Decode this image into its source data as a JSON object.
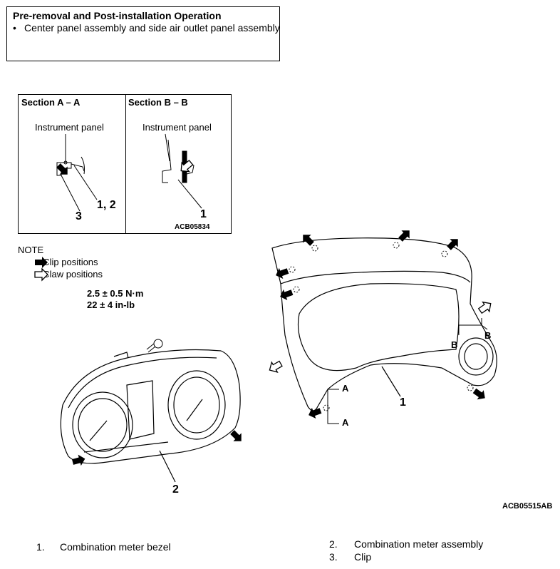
{
  "operation": {
    "title": "Pre-removal and Post-installation Operation",
    "bullet": "•",
    "item": "Center panel assembly and side air outlet panel assembly"
  },
  "sections": {
    "a": {
      "title": "Section A – A",
      "label": "Instrument panel",
      "callout_3": "3",
      "callout_12": "1, 2"
    },
    "b": {
      "title": "Section B – B",
      "label": "Instrument panel",
      "callout_1": "1",
      "code": "ACB05834"
    }
  },
  "note": {
    "title": "NOTE",
    "clip": ": Clip positions",
    "claw": ": Claw positions"
  },
  "torque": {
    "line1": "2.5 ± 0.5 N·m",
    "line2": "22 ± 4 in-lb"
  },
  "callouts": {
    "part1": "1",
    "part2": "2",
    "a_top": "A",
    "a_bottom": "A",
    "b_left": "B",
    "b_right": "B"
  },
  "figure_code": "ACB05515AB",
  "legend": {
    "item1_num": "1.",
    "item1_text": "Combination meter bezel",
    "item2_num": "2.",
    "item2_text": "Combination meter assembly",
    "item3_num": "3.",
    "item3_text": "Clip"
  },
  "icons": [
    "clip-arrow-icon",
    "claw-arrow-icon"
  ]
}
